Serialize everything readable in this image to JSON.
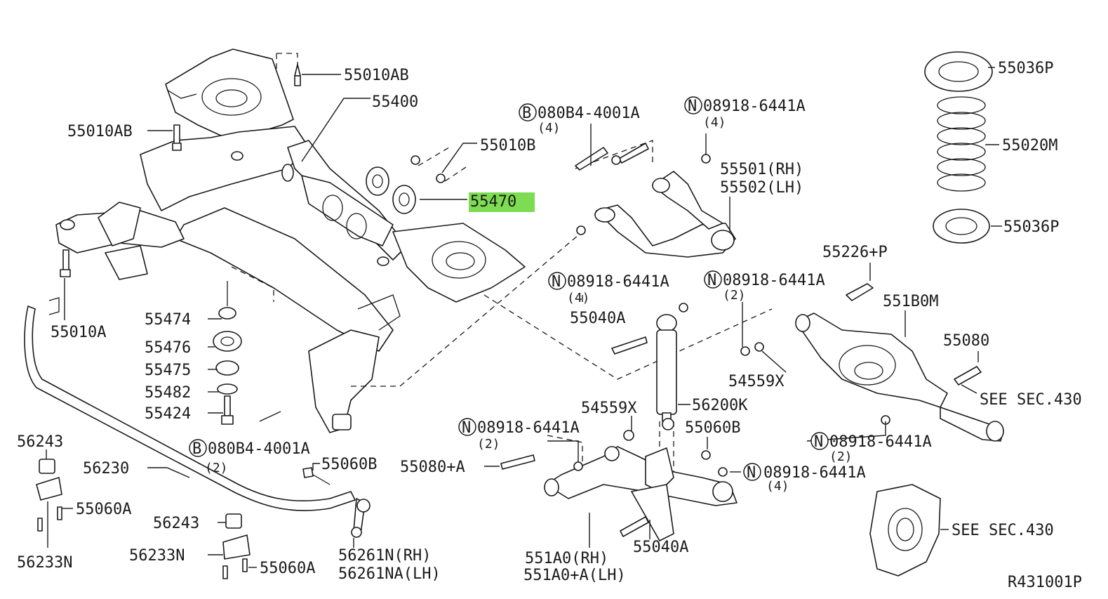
{
  "diagram": {
    "reference": "R431001P",
    "highlight_color": "#7ddc52",
    "part_labels": {
      "p55010AB_top": "55010AB",
      "p55400": "55400",
      "p55010AB_left": "55010AB",
      "p55010B": "55010B",
      "p55470": "55470",
      "p55010A": "55010A",
      "p55474": "55474",
      "p55476": "55476",
      "p55475": "55475",
      "p55482": "55482",
      "p55424": "55424",
      "p56243_left": "56243",
      "p56230": "56230",
      "p55060A_left": "55060A",
      "p56243_mid": "56243",
      "p56233N_mid": "56233N",
      "p56233N_left": "56233N",
      "p55060A_mid": "55060A",
      "p55060B_mid": "55060B",
      "p56261N": "56261N(RH)",
      "p56261NA": "56261NA(LH)",
      "p080B4_top": "080B4-4001A",
      "p080B4_top_qty": "(4)",
      "p08918_top": "08918-6441A",
      "p08918_top_qty": "(4)",
      "p55501": "55501(RH)",
      "p55502": "55502(LH)",
      "p55036P_top": "55036P",
      "p55020M": "55020M",
      "p55036P_bot": "55036P",
      "p08918_mid1": "08918-6441A",
      "p08918_mid1_qty": "(4)",
      "p08918_mid2": "08918-6441A",
      "p08918_mid2_qty": "(2)",
      "p55226P": "55226+P",
      "p551B0M": "551B0M",
      "p55040A_top": "55040A",
      "p55080_right": "55080",
      "p54559X_right": "54559X",
      "p_see_sec_430_top": "SEE SEC.430",
      "p54559X_mid": "54559X",
      "p56200K": "56200K",
      "p08918_low1": "08918-6441A",
      "p08918_low1_qty": "(2)",
      "p55060B_right": "55060B",
      "p08918_right": "08918-6441A",
      "p08918_right_qty": "(2)",
      "p55080A": "55080+A",
      "p08918_low2": "08918-6441A",
      "p08918_low2_qty": "(4)",
      "p080B4_low": "080B4-4001A",
      "p080B4_low_qty": "(2)",
      "p551A0": "551A0(RH)",
      "p551A0A": "551A0+A(LH)",
      "p55040A_bot": "55040A",
      "p_see_sec_430_bot": "SEE SEC.430"
    },
    "markers": {
      "b": "B",
      "n": "N"
    }
  }
}
